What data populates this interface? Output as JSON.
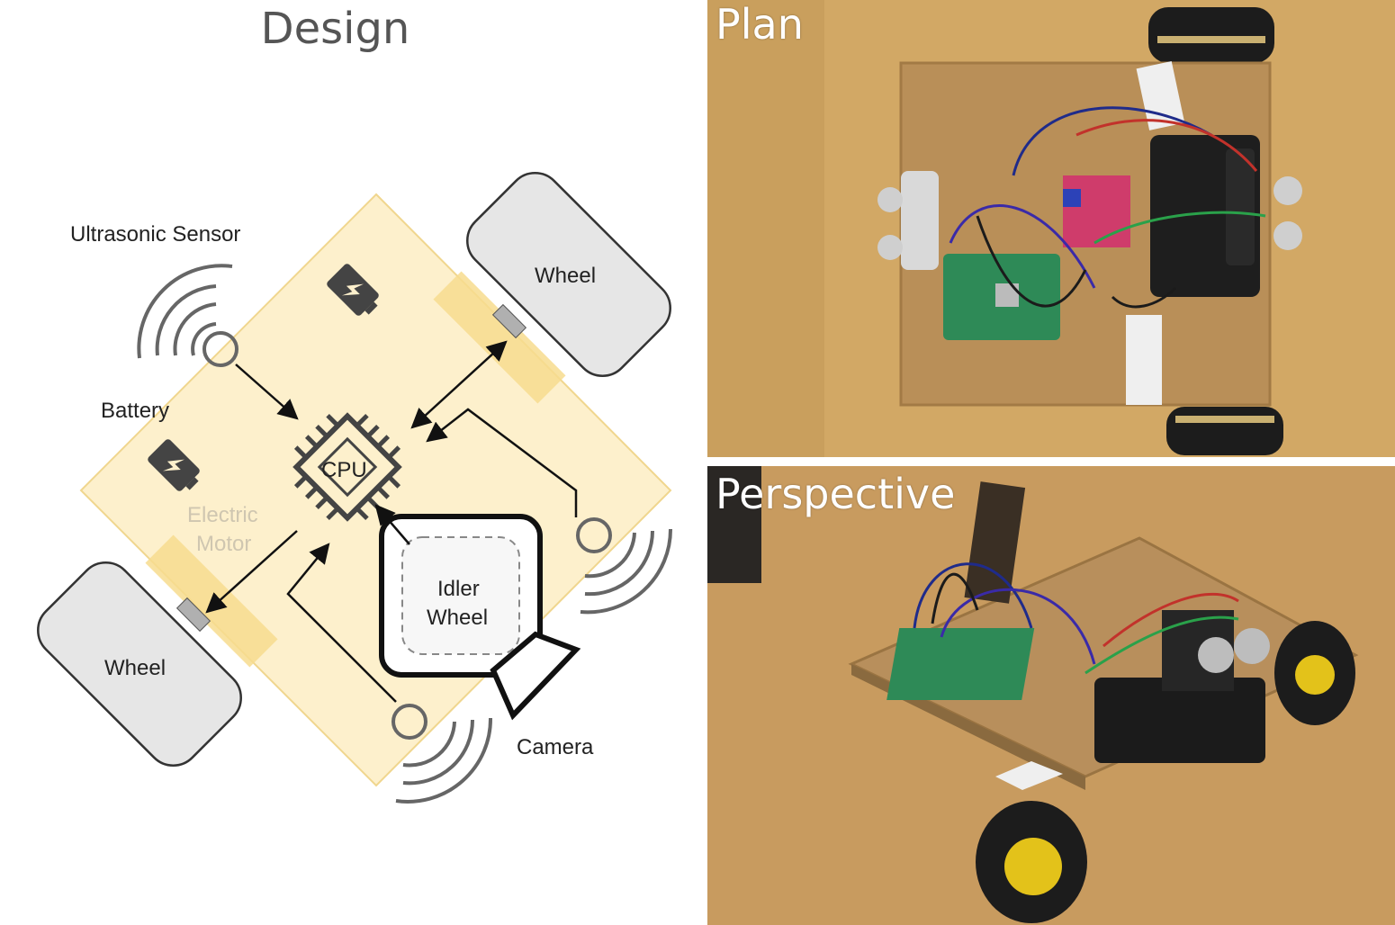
{
  "design": {
    "title": "Design",
    "labels": {
      "ultrasonic_sensor": "Ultrasonic Sensor",
      "battery": "Battery",
      "wheel_top": "Wheel",
      "wheel_bottom": "Wheel",
      "cpu": "CPU",
      "electric_motor_line1": "Electric",
      "electric_motor_line2": "Motor",
      "idler_wheel_line1": "Idler",
      "idler_wheel_line2": "Wheel",
      "camera": "Camera"
    },
    "colors": {
      "chassis_fill": "#fdf0cc",
      "chassis_stroke": "#f0d68e",
      "motor_mount": "#f7dc8e",
      "wheel_fill": "#e6e6e6",
      "battery_icon": "#444444"
    }
  },
  "plan": {
    "title": "Plan"
  },
  "perspective": {
    "title": "Perspective"
  }
}
